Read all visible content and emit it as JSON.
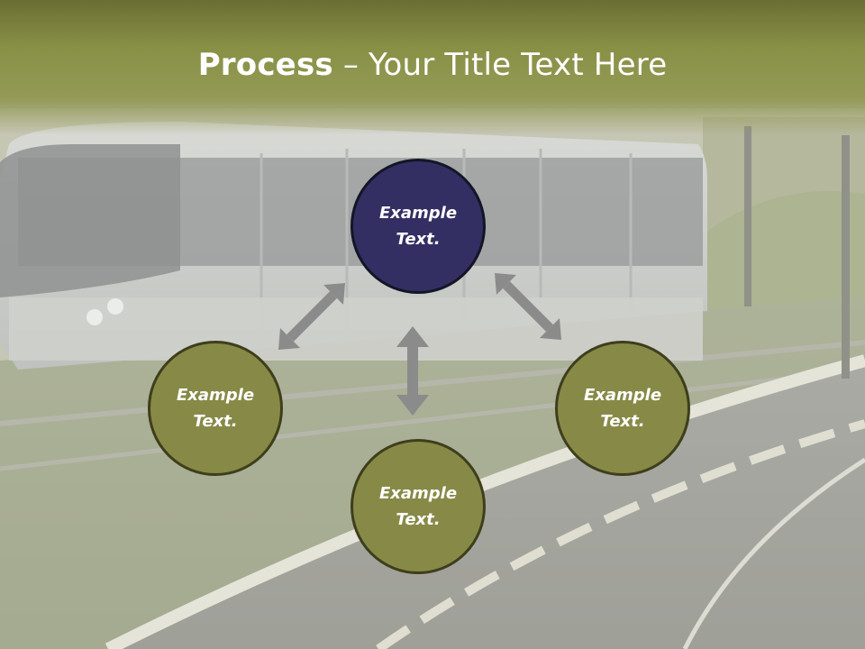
{
  "title": {
    "strong": "Process",
    "rest": " – Your Title Text Here"
  },
  "nodes": {
    "top": "Example\nText.",
    "left": "Example\nText.",
    "right": "Example\nText.",
    "bottom": "Example\nText."
  },
  "colors": {
    "title_band": "#889046",
    "center_fill": "#332f63",
    "node_fill": "#878a47",
    "node_border": "#3e3e1c",
    "arrow": "#8b8b8b"
  }
}
